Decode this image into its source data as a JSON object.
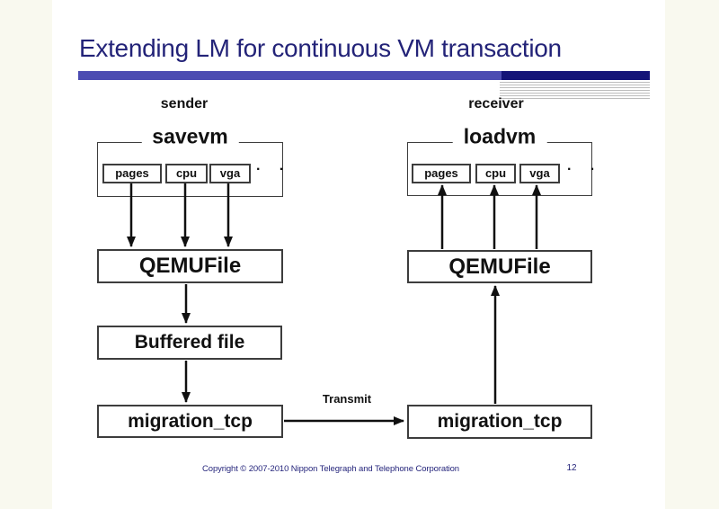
{
  "slide": {
    "title": "Extending LM for continuous VM transaction",
    "footer": "Copyright © 2007-2010 Nippon Telegraph and Telephone Corporation",
    "page_number": "12"
  },
  "colors": {
    "title_navy": "#232378",
    "bar_light": "#4c4cb2",
    "bar_dark": "#141478",
    "footer_navy": "#26267c",
    "diagram_black": "#111111"
  },
  "diagram": {
    "sender": {
      "role_label": "sender",
      "group_label": "savevm",
      "modules": [
        "pages",
        "cpu",
        "vga"
      ],
      "dots": "· ·",
      "qemufile_label": "QEMUFile",
      "buffered_label": "Buffered file",
      "migration_label": "migration_tcp"
    },
    "receiver": {
      "role_label": "receiver",
      "group_label": "loadvm",
      "modules": [
        "pages",
        "cpu",
        "vga"
      ],
      "dots": "· ·",
      "qemufile_label": "QEMUFile",
      "migration_label": "migration_tcp"
    },
    "transmit_label": "Transmit"
  }
}
